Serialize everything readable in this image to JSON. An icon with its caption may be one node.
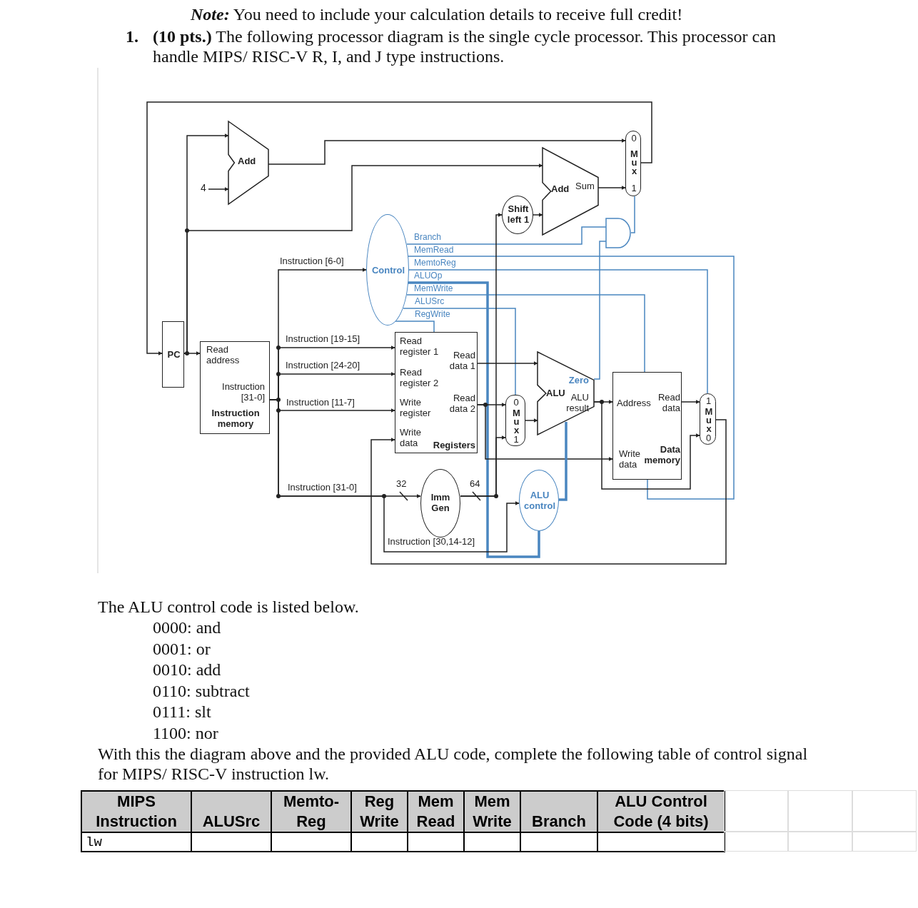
{
  "diagram": {
    "nodes": [
      {
        "text": [
          "PC"
        ]
      },
      {
        "text": [
          "Add"
        ]
      },
      {
        "text": [
          "Read address",
          "Instruction [31-0]",
          "Instruction memory"
        ]
      },
      {
        "text": [
          "Control"
        ]
      },
      {
        "text": [
          "Read register 1",
          "Read register 2",
          "Write register",
          "Write data",
          "Read data 1",
          "Read data 2",
          "Registers"
        ]
      },
      {
        "text": [
          "Imm Gen"
        ]
      },
      {
        "text": [
          "Shift left 1"
        ]
      },
      {
        "text": [
          "Add",
          "Sum"
        ]
      },
      {
        "text": [
          "0",
          "Mux",
          "1"
        ]
      },
      {
        "text": [],
        "shape": "gate"
      },
      {
        "text": [
          "0",
          "Mux",
          "1"
        ]
      },
      {
        "text": [
          "ALU",
          "Zero",
          "ALU result"
        ]
      },
      {
        "text": [
          "ALU control"
        ]
      },
      {
        "text": [
          "Address",
          "Read data",
          "Write data",
          "Data memory"
        ]
      },
      {
        "text": [
          "1",
          "Mux",
          "0"
        ]
      },
      {
        "text": [
          "4"
        ]
      }
    ],
    "edges": [
      {
        "from": 0,
        "to": 2,
        "arrow": "to"
      },
      {
        "from": 0,
        "to": 1,
        "arrow": "to"
      },
      {
        "from": 15,
        "to": 1,
        "arrow": "to"
      },
      {
        "from": 0,
        "to": 7,
        "arrow": "to"
      },
      {
        "from": 1,
        "to": 8,
        "arrow": "to"
      },
      {
        "from": 7,
        "to": 8,
        "arrow": "to"
      },
      {
        "from": 6,
        "to": 7,
        "arrow": "to"
      },
      {
        "from": 8,
        "to": 0,
        "arrow": "to"
      },
      {
        "from": 9,
        "to": 8,
        "arrow": "none",
        "color": "#4a86c0"
      },
      {
        "from": 11,
        "to": 9,
        "arrow": "none",
        "color": "#4a86c0"
      },
      {
        "from": 3,
        "to": 9,
        "arrow": "none",
        "label": "Branch",
        "color": "#4a86c0"
      },
      {
        "from": 3,
        "to": 13,
        "arrow": "none",
        "label": "MemRead",
        "color": "#4a86c0"
      },
      {
        "from": 3,
        "to": 14,
        "arrow": "none",
        "label": "MemtoReg",
        "color": "#4a86c0"
      },
      {
        "from": 3,
        "to": 12,
        "arrow": "none",
        "label": "ALUOp",
        "style": "thick",
        "color": "#4a86c0"
      },
      {
        "from": 3,
        "to": 13,
        "arrow": "none",
        "label": "MemWrite",
        "color": "#4a86c0"
      },
      {
        "from": 3,
        "to": 10,
        "arrow": "none",
        "label": "ALUSrc",
        "color": "#4a86c0"
      },
      {
        "from": 3,
        "to": 4,
        "arrow": "none",
        "label": "RegWrite",
        "color": "#4a86c0"
      },
      {
        "from": 2,
        "to": 3,
        "arrow": "to",
        "label": "Instruction [6-0]"
      },
      {
        "from": 2,
        "to": 4,
        "arrow": "to",
        "label": "Instruction [19-15]"
      },
      {
        "from": 2,
        "to": 4,
        "arrow": "to",
        "label": "Instruction [24-20]"
      },
      {
        "from": 2,
        "to": 4,
        "arrow": "to",
        "label": "Instruction [11-7]"
      },
      {
        "from": 2,
        "to": 5,
        "arrow": "to",
        "label": "Instruction [31-0]"
      },
      {
        "from": 2,
        "to": 12,
        "arrow": "to",
        "label": "Instruction [30,14-12]"
      },
      {
        "from": 5,
        "to": 6,
        "arrow": "to"
      },
      {
        "from": 5,
        "to": 10,
        "arrow": "to"
      },
      {
        "from": 4,
        "to": 11,
        "arrow": "to"
      },
      {
        "from": 4,
        "to": 10,
        "arrow": "to"
      },
      {
        "from": 4,
        "to": 13,
        "arrow": "to"
      },
      {
        "from": 10,
        "to": 11,
        "arrow": "to"
      },
      {
        "from": 12,
        "to": 11,
        "arrow": "none",
        "style": "thick",
        "color": "#4a86c0"
      },
      {
        "from": 11,
        "to": 13,
        "arrow": "to"
      },
      {
        "from": 11,
        "to": 14,
        "arrow": "to"
      },
      {
        "from": 13,
        "to": 14,
        "arrow": "to"
      },
      {
        "from": 14,
        "to": 4,
        "arrow": "to"
      }
    ],
    "labels": [
      "**Note:** You need to include your calculation details to receive full credit!",
      "1.",
      "**(10 pts.)** The following processor diagram is the single cycle processor. This processor can handle MIPS/ RISC-V R, I, and J type instructions.",
      "32",
      "64",
      "The ALU control code is listed below.",
      "0000: and",
      "0001: or",
      "0010: add",
      "0110: subtract",
      "0111: slt",
      "1100: nor",
      "With this the diagram above and the provided ALU code, complete the following table of control signal for MIPS/ RISC-V instruction lw.",
      "MIPS Instruction",
      "ALUSrc",
      "Memto- Reg",
      "Reg Write",
      "Mem Read",
      "Mem Write",
      "Branch",
      "ALU Control Code (4 bits)",
      "lw"
    ]
  }
}
